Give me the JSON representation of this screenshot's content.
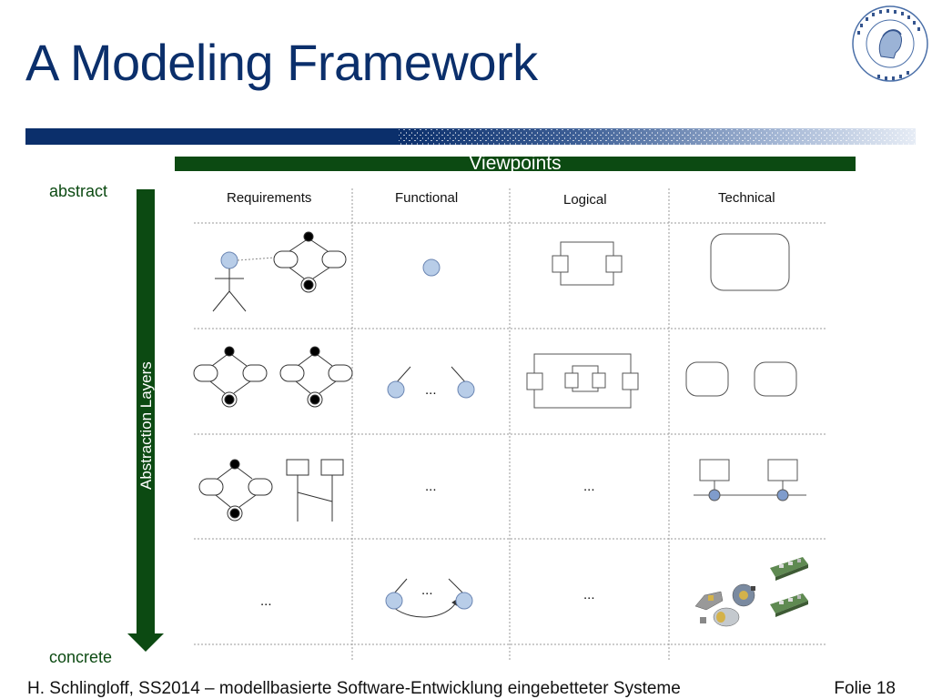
{
  "slide": {
    "title": "A Modeling Framework",
    "viewpoints_label": "Viewpoints",
    "abstract_label": "abstract",
    "concrete_label": "concrete",
    "axis_label": "Abstraction Layers",
    "columns": [
      "Requirements",
      "Functional",
      "Logical",
      "Technical"
    ],
    "ellipsis": "...",
    "footer_left": "H. Schlingloff, SS2014 – modellbasierte Software-Entwicklung eingebetteter Systeme",
    "footer_right": "Folie 18"
  },
  "logo": {
    "text": "HUMBOLDT-UNIVERSITÄT ZU BERLIN"
  },
  "colors": {
    "title": "#0b2f6b",
    "band": "#0b2f6b",
    "green": "#0c4a12",
    "node_fill": "#b8cde8"
  }
}
